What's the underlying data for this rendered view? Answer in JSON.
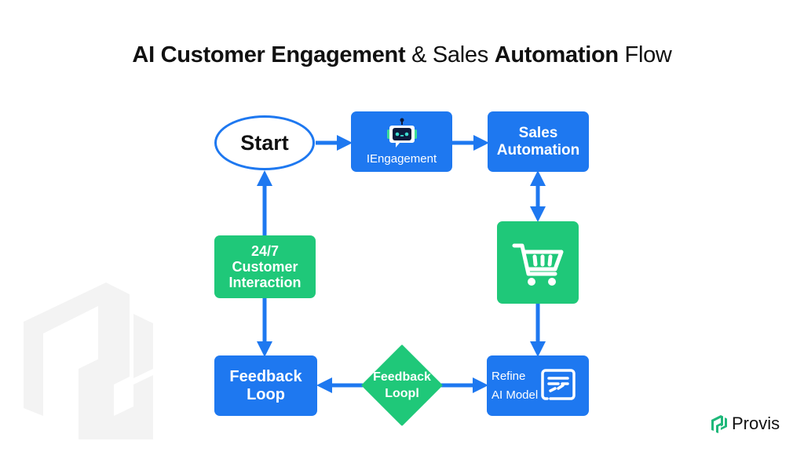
{
  "title": {
    "parts": [
      {
        "text": "AI Customer Engagement",
        "bold": true
      },
      {
        "text": " & Sales ",
        "bold": false
      },
      {
        "text": "Automation",
        "bold": true
      },
      {
        "text": " Flow",
        "bold": false
      }
    ]
  },
  "nodes": {
    "start": {
      "label": "Start"
    },
    "engagement": {
      "label": "IEngagement",
      "icon": "robot-chat-icon"
    },
    "sales_automation": {
      "line1": "Sales",
      "line2": "Automation"
    },
    "cart": {
      "icon": "shopping-cart-icon"
    },
    "customer_interaction": {
      "line1": "24/7",
      "line2": "Customer",
      "line3": "Interaction"
    },
    "feedback_loop": {
      "line1": "Feedback",
      "line2": "Loop"
    },
    "feedback_decision": {
      "line1": "Feedback",
      "line2": "Loopl"
    },
    "refine": {
      "line1": "Refine",
      "line2": "AI Model",
      "icon": "edit-document-icon"
    }
  },
  "colors": {
    "blue": "#1e78f0",
    "green": "#1fc879",
    "text": "#111111"
  },
  "brand": {
    "name": "Provis",
    "logo_color": "#1fb87a"
  }
}
